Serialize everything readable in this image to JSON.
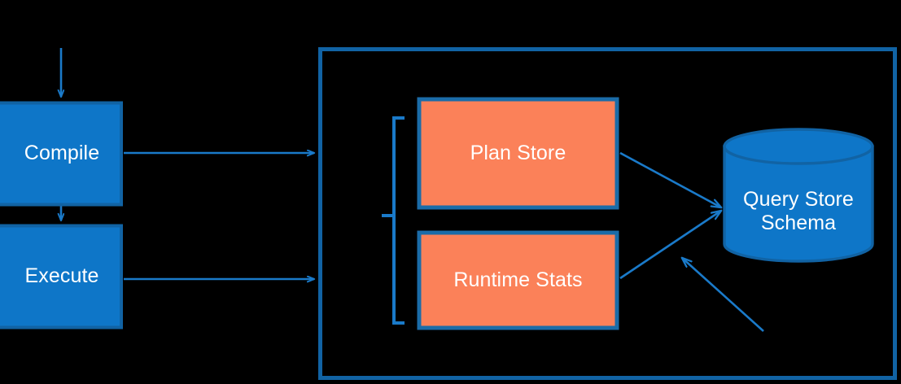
{
  "diagram": {
    "title": "Query Store architecture flow",
    "type": "flow-diagram",
    "colors": {
      "background": "#000000",
      "blue_fill": "#0e76c8",
      "blue_stroke": "#1163a4",
      "orange_fill": "#fb8159",
      "orange_stroke": "#1b6ca8",
      "connector": "#1a7ac9",
      "text": "#ffffff"
    },
    "nodes": [
      {
        "id": "compile",
        "label": "Compile",
        "shape": "rectangle",
        "fill": "blue"
      },
      {
        "id": "execute",
        "label": "Execute",
        "shape": "rectangle",
        "fill": "blue"
      },
      {
        "id": "plan_store",
        "label": "Plan Store",
        "shape": "rectangle",
        "fill": "orange"
      },
      {
        "id": "runtime",
        "label": "Runtime Stats",
        "shape": "rectangle",
        "fill": "orange"
      },
      {
        "id": "query_store",
        "label": "Query Store\nSchema",
        "shape": "cylinder",
        "fill": "blue"
      }
    ],
    "container": {
      "id": "query-store-container",
      "label": ""
    },
    "bracket": {
      "id": "store-group-bracket",
      "label": ""
    },
    "connectors": [
      {
        "id": "into-compile",
        "from": "input",
        "to": "compile",
        "arrow": "down"
      },
      {
        "id": "compile-to-execute",
        "from": "compile",
        "to": "execute",
        "arrow": "down"
      },
      {
        "id": "compile-to-container",
        "from": "compile",
        "to": "container",
        "arrow": "right"
      },
      {
        "id": "execute-to-container",
        "from": "execute",
        "to": "container",
        "arrow": "right"
      },
      {
        "id": "plan-to-schema",
        "from": "plan_store",
        "to": "query_store",
        "arrow": "right-down"
      },
      {
        "id": "runtime-to-schema",
        "from": "runtime",
        "to": "query_store",
        "arrow": "right-up"
      },
      {
        "id": "external-to-schema",
        "from": "external",
        "to": "query_store",
        "arrow": "up-left"
      }
    ]
  }
}
